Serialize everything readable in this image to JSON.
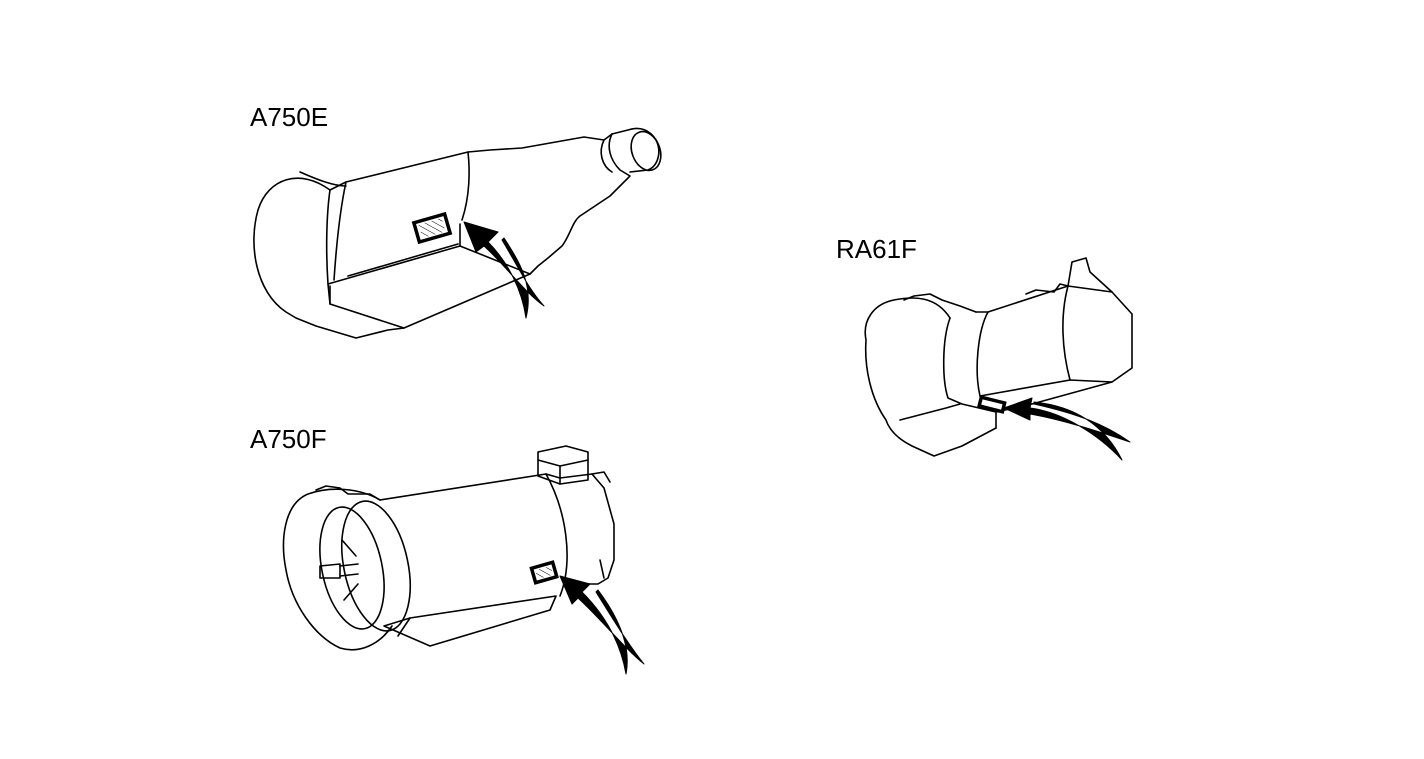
{
  "diagram": {
    "labels": {
      "a750e": "A750E",
      "a750f": "A750F",
      "ra61f": "RA61F"
    },
    "colors": {
      "line": "#000000",
      "background": "#ffffff"
    }
  }
}
